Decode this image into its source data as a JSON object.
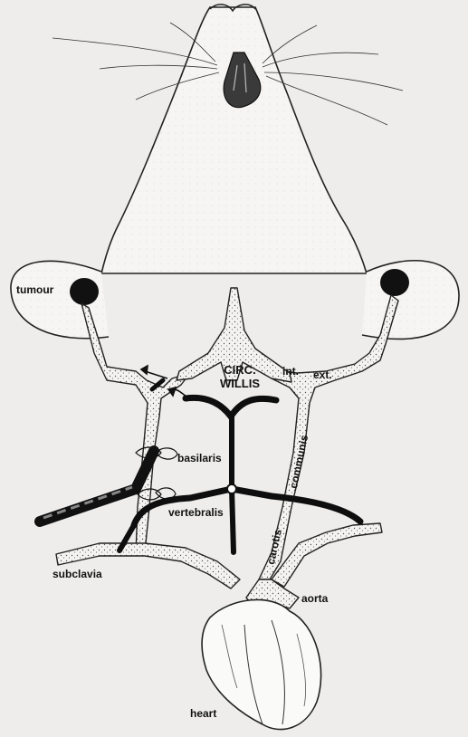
{
  "labels": {
    "tumour": "tumour",
    "circ_line1": "CIRC.",
    "circ_line2": "WILLIS",
    "int": "int.",
    "ext": "ext.",
    "basilaris": "basilaris",
    "communis": "communis",
    "vertebralis": "vertebralis",
    "carotis": "carotis",
    "subclavia": "subclavia",
    "aorta": "aorta",
    "heart": "heart"
  }
}
